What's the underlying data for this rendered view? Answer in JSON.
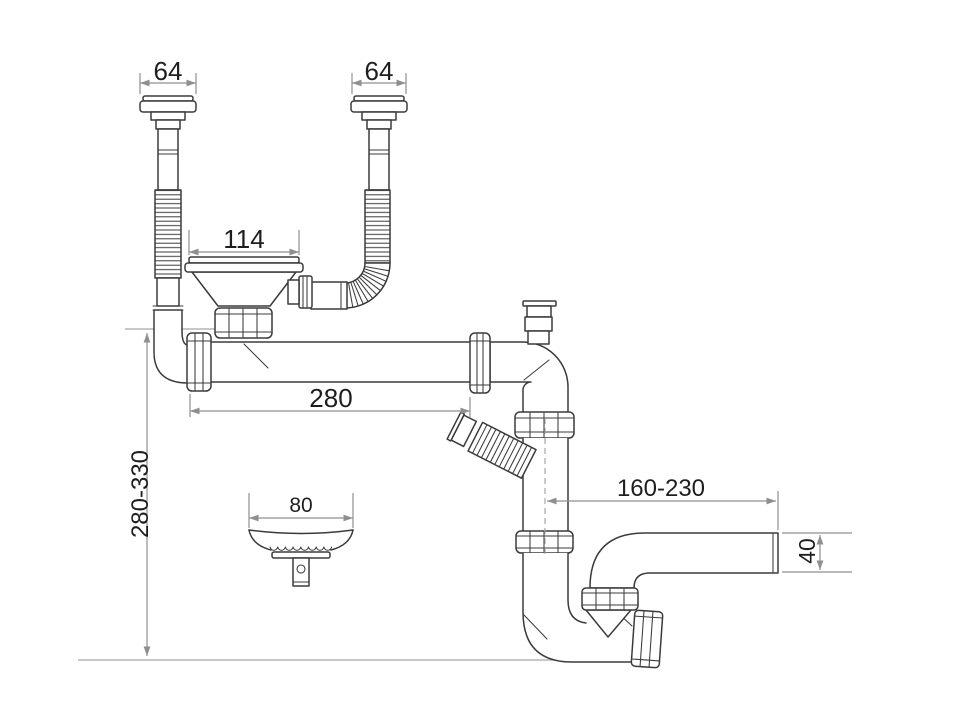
{
  "diagram": {
    "type": "technical-drawing",
    "subject": "sink-drain-siphon-kit",
    "dimensions": {
      "left_overflow_cap": "64",
      "right_overflow_cap": "64",
      "strainer_flange": "114",
      "waste_pipe_length": "280",
      "installation_height": "280-330",
      "outlet_projection": "160-230",
      "basket_diameter": "80",
      "outlet_pipe_od": "40"
    },
    "colors": {
      "outline": "#3b3b3b",
      "dimension": "#8f8f8f",
      "reference": "#a6a6a6",
      "label": "#1e1e1e",
      "background": "#ffffff"
    }
  }
}
